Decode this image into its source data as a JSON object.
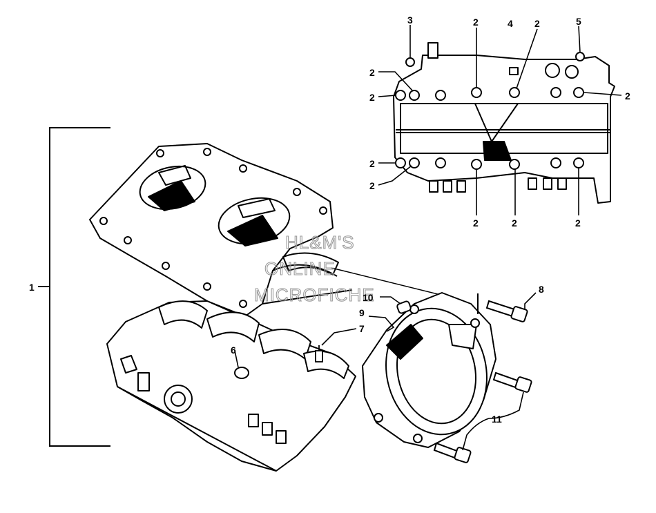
{
  "diagram": {
    "callouts": {
      "c1": "1",
      "c2": "2",
      "c3": "3",
      "c4": "4",
      "c5": "5",
      "c6": "6",
      "c7": "7",
      "c8": "8",
      "c9": "9",
      "c10": "10",
      "c11": "11"
    },
    "watermark": {
      "line1": "HL&M'S",
      "line2": "ONLINE",
      "line3": "MICROFICHE"
    }
  }
}
